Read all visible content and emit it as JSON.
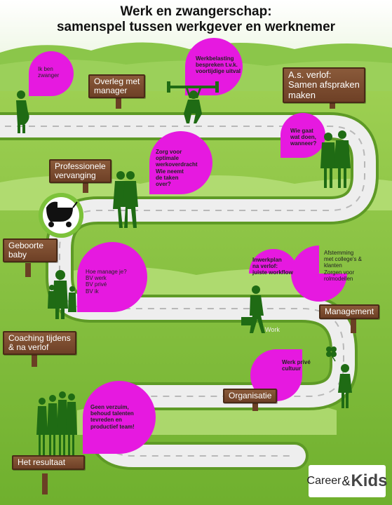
{
  "title": {
    "line1": "Werk en zwangerschap:",
    "line2": "samenspel tussen werkgever en werknemer"
  },
  "signs": {
    "overleg": [
      "Overleg met",
      "manager"
    ],
    "verlof": [
      "A.s. verlof:",
      "Samen afspraken",
      "maken"
    ],
    "vervanging": [
      "Professionele",
      "vervanging"
    ],
    "geboorte": [
      "Geboorte",
      "baby"
    ],
    "management": "Management",
    "coaching": [
      "Coaching tijdens",
      "& na verlof"
    ],
    "organisatie": "Organisatie",
    "resultaat": "Het resultaat"
  },
  "bubbles": {
    "zwanger": [
      "Ik ben",
      "zwanger"
    ],
    "werkbelasting": [
      "Werkbelasting",
      "bespreken t.v.k.",
      "voortijdige uitval"
    ],
    "wiegaat": [
      "Wie gaat",
      "wat doen,",
      "wanneer?"
    ],
    "overdracht": [
      "Zorg voor",
      "optimale",
      "werkoverdracht",
      "Wie neemt",
      "de taken",
      "over?"
    ],
    "manage": [
      "Hoe manage je?",
      "BV werk",
      "BV privé",
      "BV ik"
    ],
    "inwerkplan": [
      "Inwerkplan",
      "na verlof:",
      "juiste workflow"
    ],
    "afstemming": [
      "Afstemming",
      "met college's &",
      "klanten",
      "Zorgen voor",
      "rolmodellen"
    ],
    "cultuur": [
      "Werk privé",
      "cultuur"
    ],
    "verzuim": [
      "Geen verzuim,",
      "behoud talenten",
      "tevreden en",
      "productief team!"
    ]
  },
  "walker_label": "Work",
  "logo": {
    "career": "Career",
    "amp": "&",
    "kids": "Kids"
  },
  "colors": {
    "grass": "#7dbf3a",
    "road": "#eeeeee",
    "bubble": "#e619e0",
    "sign": "#7a4a2e",
    "figure": "#1f6b14"
  }
}
